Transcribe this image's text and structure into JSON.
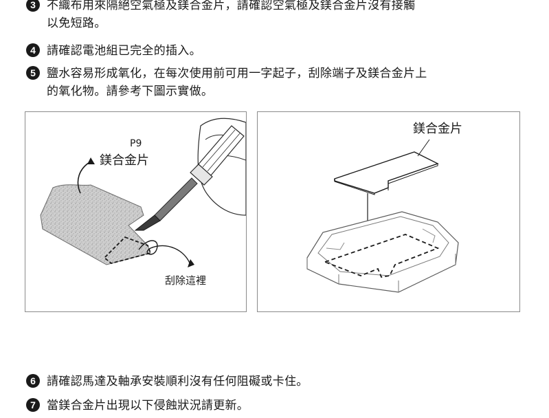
{
  "steps": [
    {
      "num": "3",
      "line1": "不織布用來隔絕空氣極及鎂合金片，請確認空氣極及鎂合金片沒有接觸",
      "line2": "以免短路。"
    },
    {
      "num": "4",
      "line1": "請確認電池組已完全的插入。"
    },
    {
      "num": "5",
      "line1": "鹽水容易形成氧化，在每次使用前可用一字起子，刮除端子及鎂合金片上",
      "line2": "的氧化物。請參考下圖示實做。"
    },
    {
      "num": "6",
      "line1": "請確認馬達及軸承安裝順利沒有任何阻礙或卡住。"
    },
    {
      "num": "7",
      "line1": "當鎂合金片出現以下侵蝕狀況請更新。"
    }
  ],
  "left_figure": {
    "part_code": "P9",
    "part_label": "鎂合金片",
    "scrape_label": "刮除這裡"
  },
  "right_figure": {
    "part_label": "鎂合金片"
  }
}
